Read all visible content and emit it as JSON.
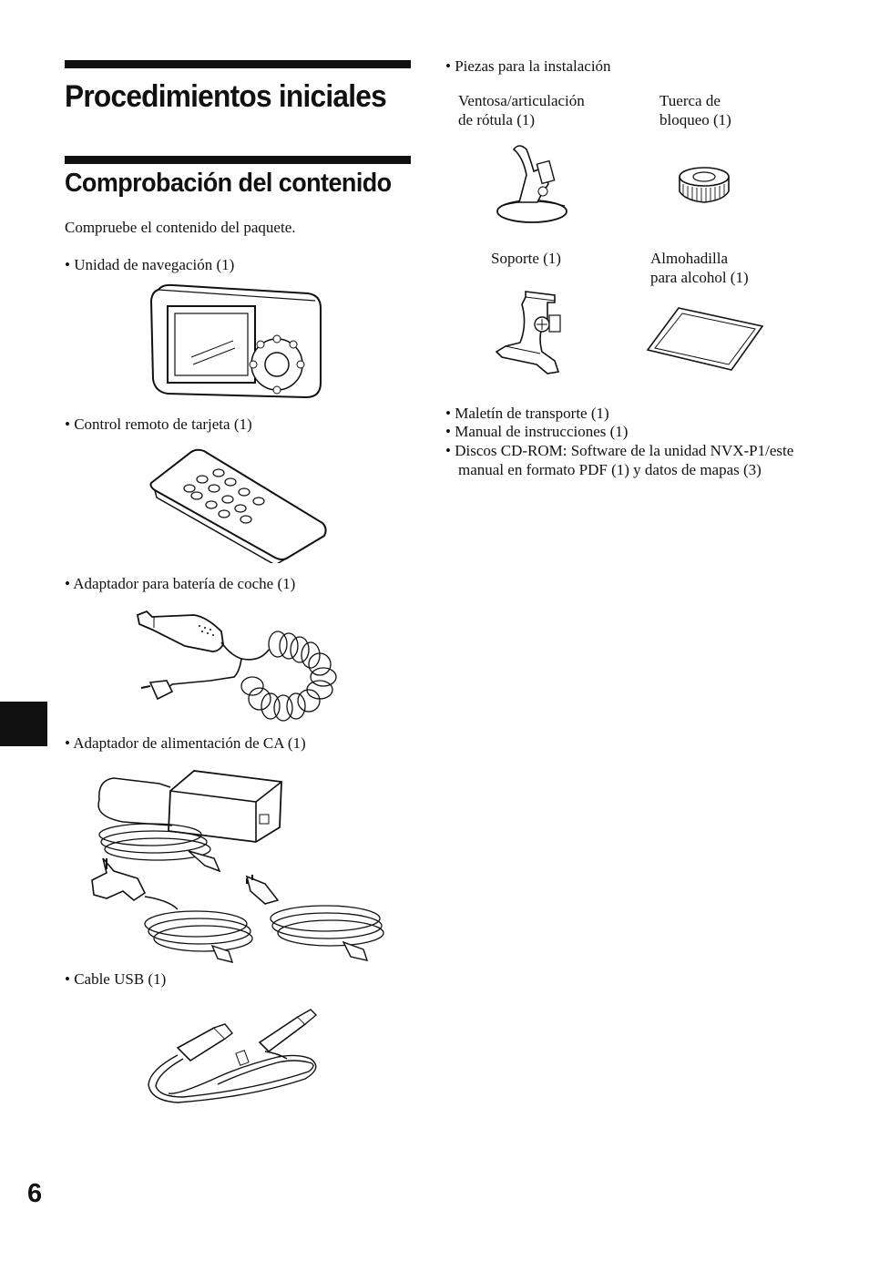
{
  "page": {
    "number": "6",
    "title": "Procedimientos iniciales",
    "section_title": "Comprobación del contenido",
    "intro": "Compruebe el contenido del paquete."
  },
  "left_items": [
    {
      "label": "Unidad de navegación (1)",
      "icon": "navigation-unit-illustration"
    },
    {
      "label": "Control remoto de tarjeta (1)",
      "icon": "card-remote-illustration"
    },
    {
      "label": "Adaptador para batería de coche (1)",
      "icon": "car-battery-adapter-illustration"
    },
    {
      "label": "Adaptador de alimentación de CA (1)",
      "icon": "ac-power-adapter-illustration"
    },
    {
      "label": "Cable USB (1)",
      "icon": "usb-cable-illustration"
    }
  ],
  "install": {
    "heading": "Piezas para la instalación",
    "parts": [
      {
        "line1": "Ventosa/articulación",
        "line2": "de rótula (1)",
        "icon": "suction-cup-illustration"
      },
      {
        "line1": "Tuerca de",
        "line2": "bloqueo (1)",
        "icon": "lock-nut-illustration"
      },
      {
        "line1": "Soporte (1)",
        "line2": "",
        "icon": "bracket-illustration"
      },
      {
        "line1": "Almohadilla",
        "line2": "para alcohol (1)",
        "icon": "alcohol-pad-illustration"
      }
    ]
  },
  "right_list": [
    "Maletín de transporte (1)",
    "Manual de instrucciones (1)",
    "Discos CD-ROM: Software de la unidad NVX-P1/este manual en formato PDF (1) y datos de mapas (3)"
  ]
}
